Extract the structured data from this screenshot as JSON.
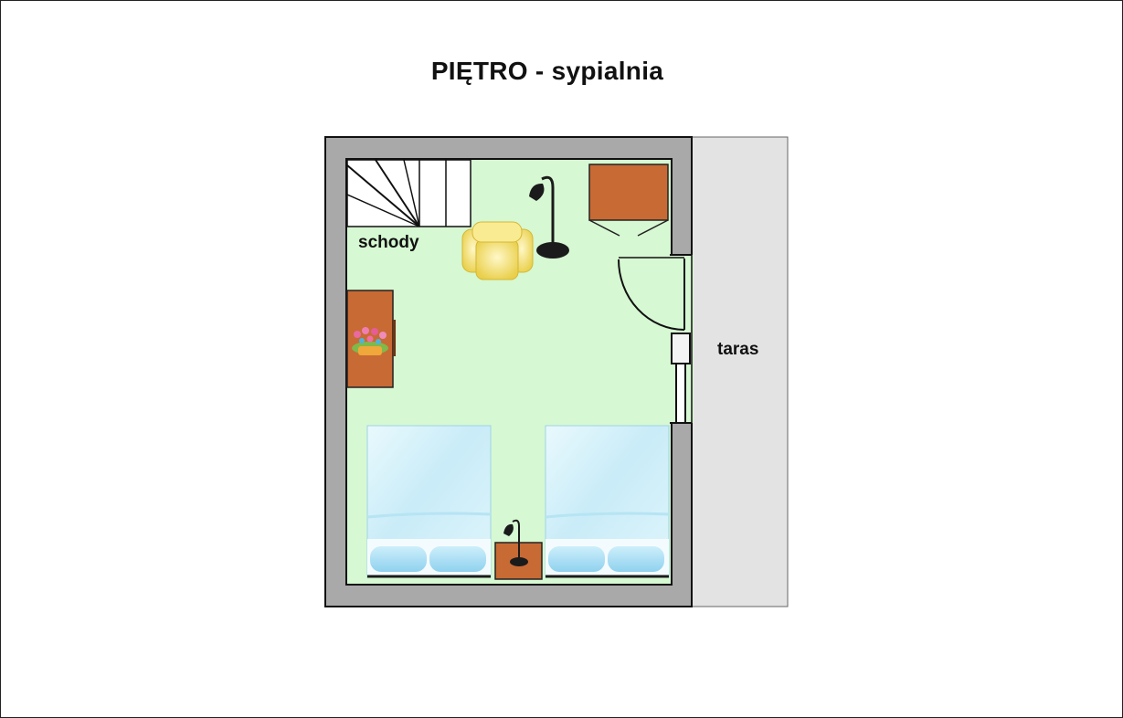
{
  "title": "PIĘTRO - sypialnia",
  "labels": {
    "stairs": "schody",
    "terrace": "taras"
  },
  "colors": {
    "wall": "#a9a9a9",
    "wall_outline": "#111111",
    "floor": "#d6f8d2",
    "terrace": "#e3e3e3",
    "wood": "#c86a34",
    "armchair": "#f4e27a",
    "bed": "#cdeef8",
    "pillow": "#a8dcf2",
    "lamp": "#1b1b1b"
  },
  "icons": [
    "stairs-icon",
    "armchair-icon",
    "floor-lamp-icon",
    "wardrobe-icon",
    "door-icon",
    "window-icon",
    "desk-icon",
    "flower-pot-icon",
    "bed-icon",
    "nightstand-icon",
    "desk-lamp-icon"
  ]
}
